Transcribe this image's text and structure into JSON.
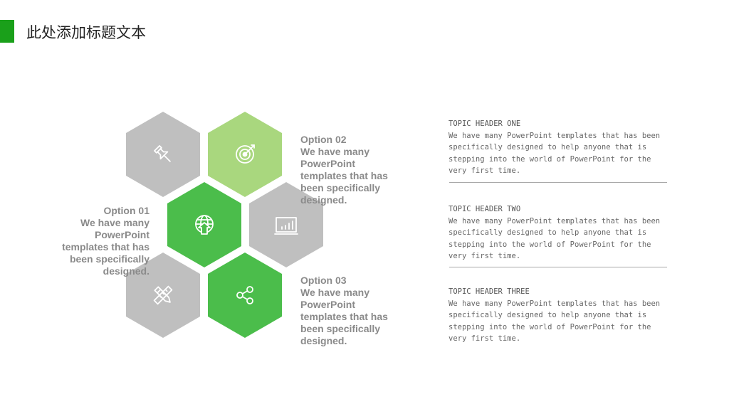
{
  "header": {
    "title": "此处添加标题文本",
    "accent_color": "#1aa01a"
  },
  "hexagons": [
    {
      "icon": "pushpin-icon",
      "color": "#bfbfbf"
    },
    {
      "icon": "target-icon",
      "color": "#a9d77e"
    },
    {
      "icon": "globe-upload-icon",
      "color": "#4bbd4b"
    },
    {
      "icon": "monitor-chart-icon",
      "color": "#bfbfbf"
    },
    {
      "icon": "pencil-ruler-icon",
      "color": "#bfbfbf"
    },
    {
      "icon": "share-icon",
      "color": "#4bbd4b"
    }
  ],
  "options": [
    {
      "title": "Option 01",
      "text": "We have many PowerPoint templates that has been specifically designed."
    },
    {
      "title": "Option 02",
      "text": "We have many PowerPoint templates that has been specifically designed."
    },
    {
      "title": "Option 03",
      "text": "We have many PowerPoint templates that has been specifically designed."
    }
  ],
  "topics": [
    {
      "heading": "TOPIC HEADER ONE",
      "text": "We have many PowerPoint templates that has been specifically designed to help anyone that is stepping into the world of PowerPoint for the very first time."
    },
    {
      "heading": "TOPIC HEADER TWO",
      "text": "We have many PowerPoint templates that has been specifically designed to help anyone that is stepping into the world of PowerPoint for the very first time."
    },
    {
      "heading": "TOPIC HEADER THREE",
      "text": "We have many PowerPoint templates that has been specifically designed to help anyone that is stepping into the world of PowerPoint for the very first time."
    }
  ]
}
